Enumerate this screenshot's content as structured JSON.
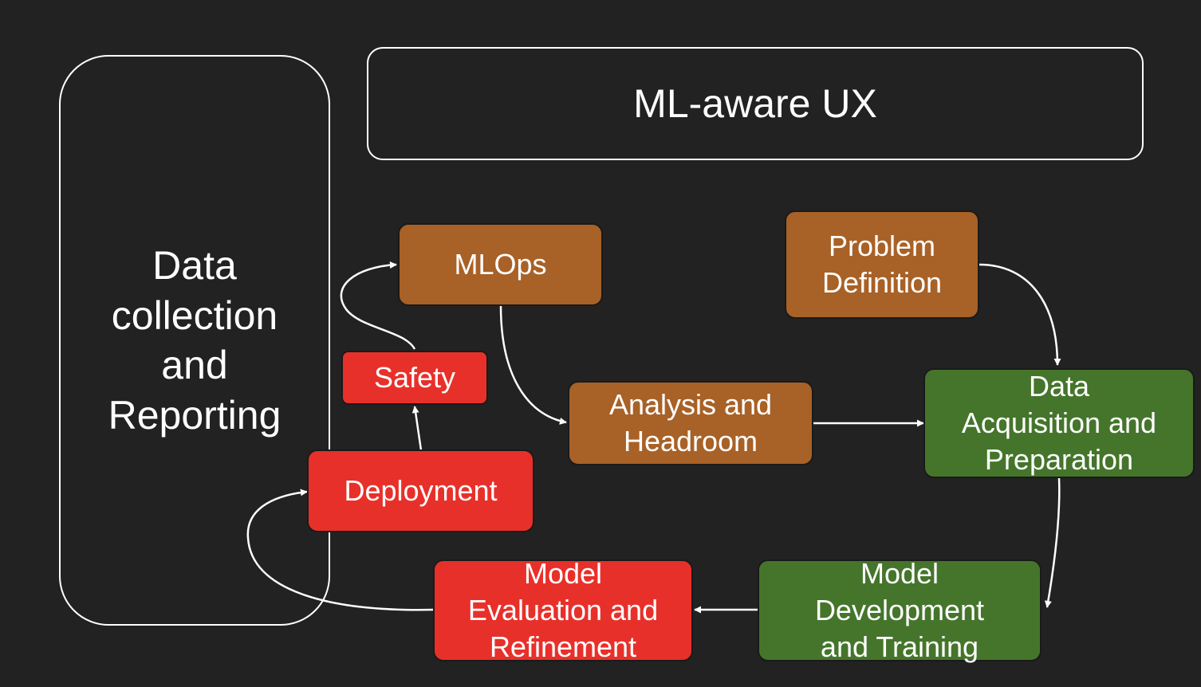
{
  "colors": {
    "background": "#222222",
    "outline": "#ffffff",
    "text": "#ffffff",
    "orange": "#a86126",
    "green": "#45752b",
    "red": "#e8302a"
  },
  "regions": {
    "data_collection": "Data\ncollection\nand\nReporting",
    "ml_aware_ux": "ML-aware UX"
  },
  "nodes": {
    "problem_definition": "Problem\nDefinition",
    "data_acquisition": "Data\nAcquisition and\nPreparation",
    "model_development": "Model\nDevelopment\nand Training",
    "model_evaluation": "Model\nEvaluation and\nRefinement",
    "deployment": "Deployment",
    "safety": "Safety",
    "mlops": "MLOps",
    "analysis_headroom": "Analysis and\nHeadroom"
  },
  "edges": [
    {
      "from": "problem_definition",
      "to": "data_acquisition"
    },
    {
      "from": "data_acquisition",
      "to": "model_development"
    },
    {
      "from": "model_development",
      "to": "model_evaluation"
    },
    {
      "from": "model_evaluation",
      "to": "deployment"
    },
    {
      "from": "deployment",
      "to": "safety"
    },
    {
      "from": "safety",
      "to": "mlops"
    },
    {
      "from": "mlops",
      "to": "analysis_headroom"
    },
    {
      "from": "analysis_headroom",
      "to": "data_acquisition"
    }
  ]
}
